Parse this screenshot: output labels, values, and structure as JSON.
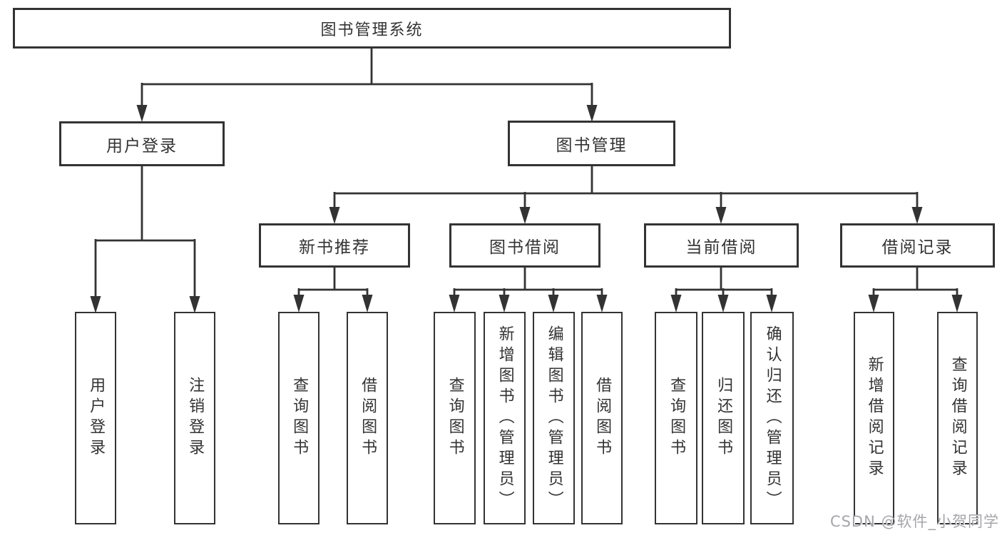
{
  "diagram": {
    "title_node": {
      "label": "图书管理系统"
    },
    "level2": [
      {
        "label": "用户登录"
      },
      {
        "label": "图书管理"
      }
    ],
    "level3": [
      {
        "label": "新书推荐"
      },
      {
        "label": "图书借阅"
      },
      {
        "label": "当前借阅"
      },
      {
        "label": "借阅记录"
      }
    ],
    "leaves": {
      "user_login": [
        "用户登录",
        "注销登录"
      ],
      "new_book_recommend": [
        "查询图书",
        "借阅图书"
      ],
      "book_borrow": [
        "查询图书",
        "新增图书（管理员）",
        "编辑图书（管理员）",
        "借阅图书"
      ],
      "current_borrow": [
        "查询图书",
        "归还图书",
        "确认归还（管理员）"
      ],
      "borrow_record": [
        "新增借阅记录",
        "查询借阅记录"
      ]
    }
  },
  "watermark": {
    "text": "CSDN @软件_小贺同学"
  },
  "colors": {
    "line": "#333333",
    "border": "#333333",
    "text": "#333333",
    "watermark": "#a5a5ab",
    "background": "#ffffff"
  }
}
